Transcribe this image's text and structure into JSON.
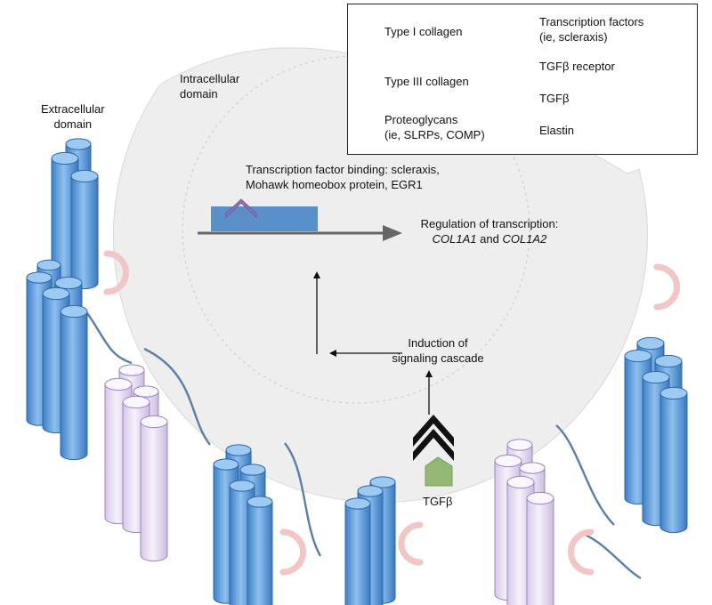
{
  "labels": {
    "extracellular_domain": "Extracellular\ndomain",
    "intracellular_domain": "Intracellular\ndomain",
    "tf_binding": "Transcription factor binding: scleraxis,\nMohawk homeobox protein, EGR1",
    "regulation_title": "Regulation of transcription:",
    "regulation_gene1": "COL1A1",
    "regulation_and": " and ",
    "regulation_gene2": "COL1A2",
    "induction": "Induction of\nsignaling cascade",
    "tgfb_ligand": "TGFβ"
  },
  "legend": {
    "type1_collagen": "Type I collagen",
    "type3_collagen": "Type III collagen",
    "proteoglycans": "Proteoglycans\n(ie, SLRPs, COMP)",
    "transcription_factors": "Transcription factors\n(ie, scleraxis)",
    "tgfb_receptor": "TGFβ receptor",
    "tgfb": "TGFβ",
    "elastin": "Elastin"
  },
  "colors": {
    "type1_collagen": "#5b9bd5",
    "type3_collagen": "#e4d9f0",
    "proteoglycan": "#f2c4c4",
    "transcription_factor": "#7f6aa8",
    "tgfb_receptor": "#111111",
    "tgfb": "#8fb36a",
    "elastin": "#5b7fa8",
    "cell": "#eeeeee"
  }
}
